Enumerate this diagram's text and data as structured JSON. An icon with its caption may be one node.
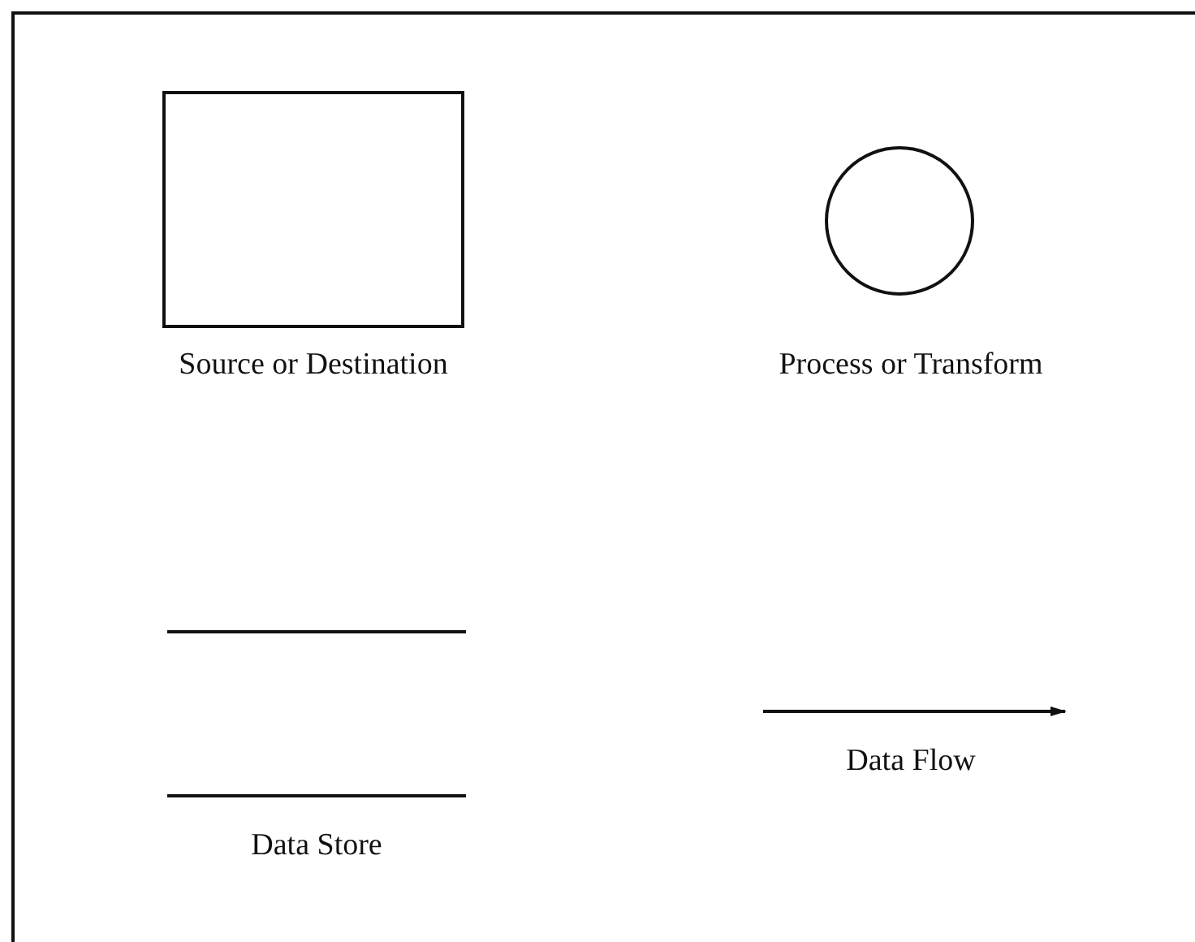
{
  "diagram": {
    "nodes": [
      {
        "text": [],
        "shape": "box",
        "beside": [
          "Source or Destination"
        ]
      },
      {
        "text": [],
        "shape": "circle",
        "beside": [
          "Process or Transform"
        ]
      },
      {
        "text": [],
        "shape": "store",
        "beside": [
          "Data Store"
        ]
      }
    ],
    "labels": [
      "Data Flow"
    ]
  }
}
